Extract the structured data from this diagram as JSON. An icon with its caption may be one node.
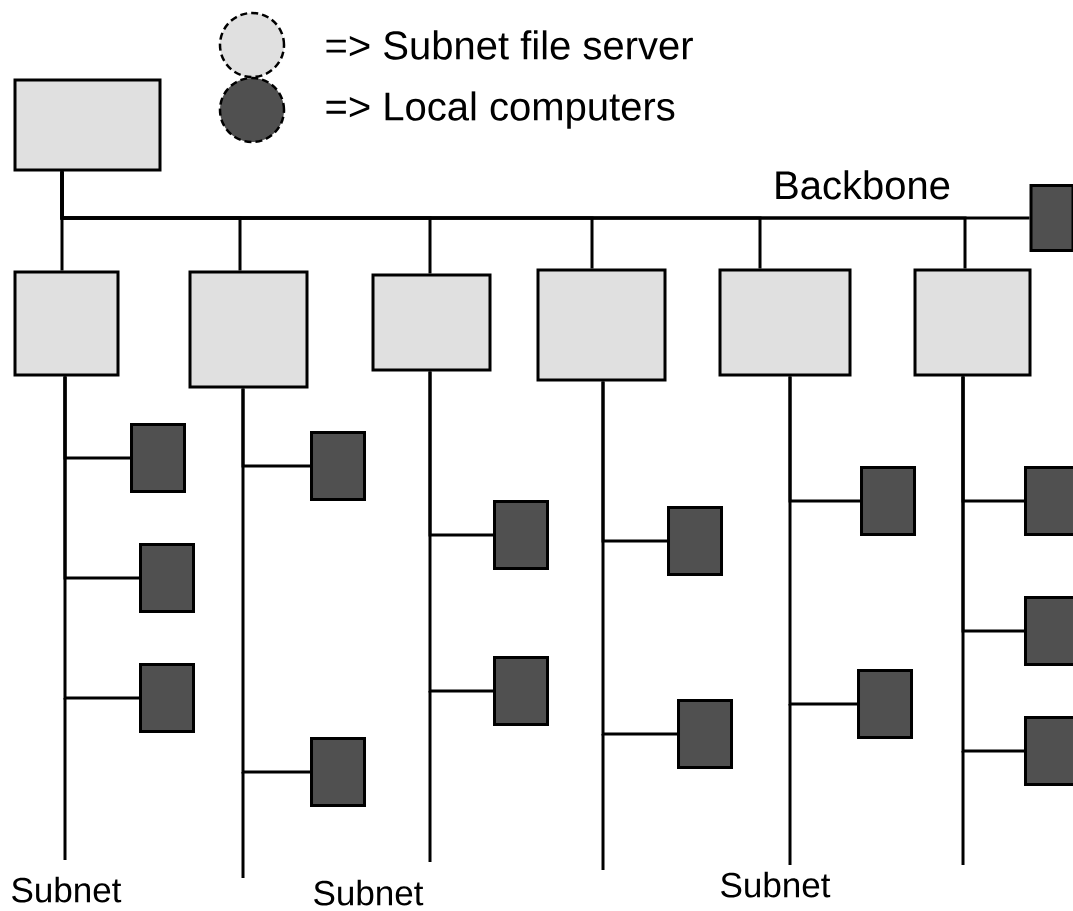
{
  "diagram": {
    "nodes": [
      {
        "text": [],
        "shape": "box"
      },
      {
        "text": [],
        "shape": "box"
      },
      {
        "text": [],
        "shape": "box"
      },
      {
        "text": [],
        "shape": "box"
      },
      {
        "text": [],
        "shape": "box"
      },
      {
        "text": [],
        "shape": "box"
      },
      {
        "text": [],
        "shape": "box"
      },
      {
        "text": [],
        "shape": "box"
      },
      {
        "text": [],
        "shape": "box"
      },
      {
        "text": [],
        "shape": "box"
      },
      {
        "text": [],
        "shape": "box"
      },
      {
        "text": [],
        "shape": "box"
      },
      {
        "text": [],
        "shape": "box"
      },
      {
        "text": [],
        "shape": "box"
      },
      {
        "text": [],
        "shape": "box"
      },
      {
        "text": [],
        "shape": "box"
      },
      {
        "text": [],
        "shape": "box"
      },
      {
        "text": [],
        "shape": "box"
      },
      {
        "text": [],
        "shape": "box"
      },
      {
        "text": [],
        "shape": "box"
      },
      {
        "text": [],
        "shape": "box"
      },
      {
        "text": [],
        "shape": "box"
      }
    ],
    "edges": [
      {
        "from": 0,
        "to": 1,
        "arrow": "none"
      },
      {
        "from": 0,
        "to": 2,
        "arrow": "none"
      },
      {
        "from": 0,
        "to": 3,
        "arrow": "none"
      },
      {
        "from": 0,
        "to": 4,
        "arrow": "none"
      },
      {
        "from": 0,
        "to": 5,
        "arrow": "none"
      },
      {
        "from": 0,
        "to": 6,
        "arrow": "none"
      },
      {
        "from": 0,
        "to": 7,
        "arrow": "none"
      },
      {
        "from": 2,
        "to": 8,
        "arrow": "none"
      },
      {
        "from": 2,
        "to": 9,
        "arrow": "none"
      },
      {
        "from": 2,
        "to": 10,
        "arrow": "none"
      },
      {
        "from": 3,
        "to": 11,
        "arrow": "none"
      },
      {
        "from": 3,
        "to": 12,
        "arrow": "none"
      },
      {
        "from": 4,
        "to": 13,
        "arrow": "none"
      },
      {
        "from": 4,
        "to": 14,
        "arrow": "none"
      },
      {
        "from": 5,
        "to": 15,
        "arrow": "none"
      },
      {
        "from": 5,
        "to": 16,
        "arrow": "none"
      },
      {
        "from": 6,
        "to": 17,
        "arrow": "none"
      },
      {
        "from": 6,
        "to": 18,
        "arrow": "none"
      },
      {
        "from": 7,
        "to": 19,
        "arrow": "none"
      },
      {
        "from": 7,
        "to": 20,
        "arrow": "none"
      },
      {
        "from": 7,
        "to": 21,
        "arrow": "none"
      }
    ],
    "labels": [
      "Backbone",
      "Subnet",
      "Subnet",
      "Subnet"
    ],
    "legend": [
      {
        "text": "=> Subnet file server"
      },
      {
        "text": "=> Local computers"
      }
    ]
  }
}
